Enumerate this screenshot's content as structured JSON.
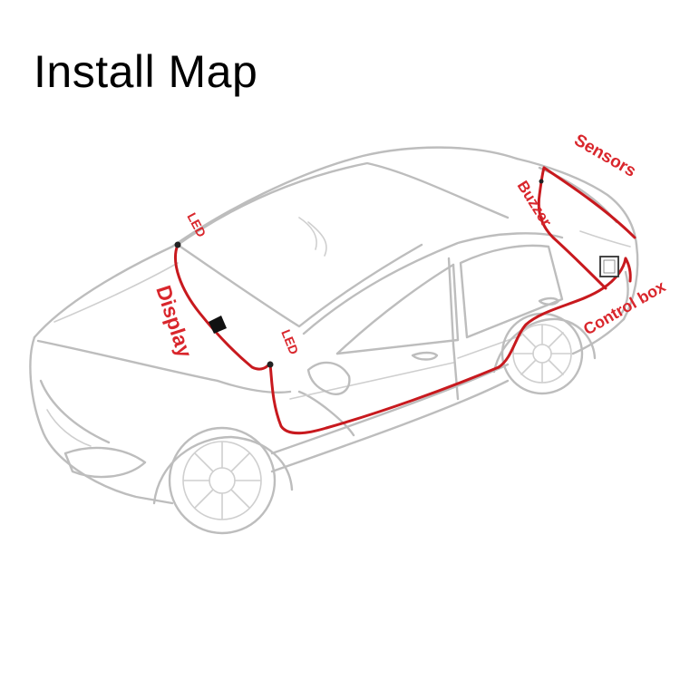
{
  "title": "Install Map",
  "labels": {
    "led_front": "LED",
    "display": "Display",
    "led_mirror": "LED",
    "buzzer": "Buzzer",
    "sensors": "Sensors",
    "control_box": "Control box"
  },
  "colors": {
    "wire": "#c8191e",
    "label": "#d9262c",
    "car_outline": "#bdbdbd"
  }
}
